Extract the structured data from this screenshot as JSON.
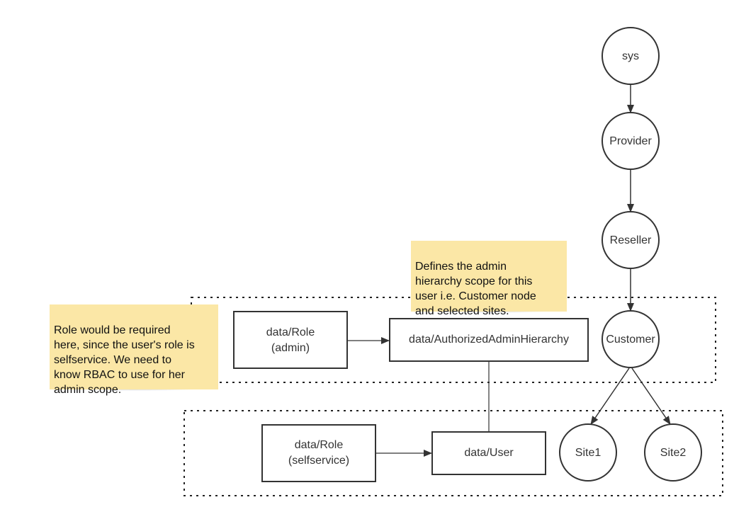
{
  "nodes": {
    "sys": "sys",
    "provider": "Provider",
    "reseller": "Reseller",
    "customer": "Customer",
    "site1": "Site1",
    "site2": "Site2"
  },
  "boxes": {
    "role_admin": [
      "data/Role",
      "(admin)"
    ],
    "authorized_admin_hierarchy": "data/AuthorizedAdminHierarchy",
    "role_selfservice": [
      "data/Role",
      "(selfservice)"
    ],
    "user": "data/User"
  },
  "notes": {
    "role_note": "Role would be required\nhere, since the user's role is\nselfservice. We need to\nknow RBAC to use for her\nadmin scope.",
    "hierarchy_note": "Defines the admin\nhierarchy scope for this\nuser i.e. Customer node\nand selected sites."
  },
  "colors": {
    "note_fill": "#fbe7a6",
    "stroke": "#333333"
  }
}
